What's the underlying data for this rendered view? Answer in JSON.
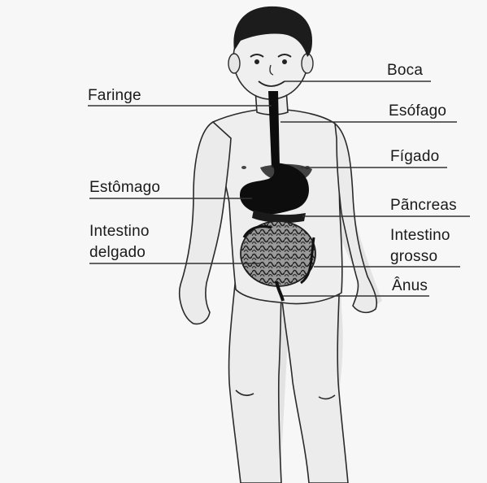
{
  "labels": {
    "boca": "Boca",
    "faringe": "Faringe",
    "esofago": "Esófago",
    "figado": "Fígado",
    "estomago": "Estômago",
    "pancreas": "Pãncreas",
    "intestino_delgado_1": "Intestino",
    "intestino_delgado_2": "delgado",
    "intestino_grosso_1": "Intestino",
    "intestino_grosso_2": "grosso",
    "anus": "Ânus"
  },
  "colors": {
    "outline": "#2a2a2a",
    "skin": "#e9e9e9",
    "shadow": "#c9c9c9",
    "hair": "#1c1c1c",
    "organ": "#0d0d0d",
    "intestine": "#4a4a4a"
  }
}
